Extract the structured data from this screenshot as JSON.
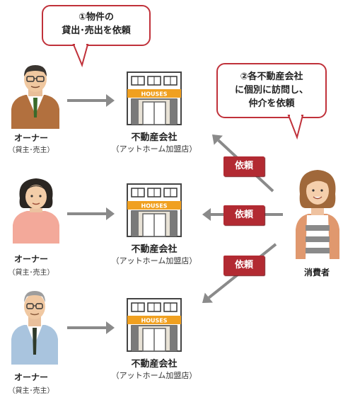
{
  "bubble_owner": {
    "line1": "①物件の",
    "line2": "貸出･売出を依頼"
  },
  "bubble_consumer": {
    "line1": "②各不動産会社",
    "line2": "に個別に訪問し、",
    "line3": "仲介を依頼"
  },
  "owners": [
    {
      "label": "オーナー",
      "sub": "（貸主･売主）"
    },
    {
      "label": "オーナー",
      "sub": "（貸主･売主）"
    },
    {
      "label": "オーナー",
      "sub": "（貸主･売主）"
    }
  ],
  "shops": [
    {
      "name": "不動産会社",
      "sub": "（アットホーム加盟店）",
      "sign": "HOUSES"
    },
    {
      "name": "不動産会社",
      "sub": "（アットホーム加盟店）",
      "sign": "HOUSES"
    },
    {
      "name": "不動産会社",
      "sub": "（アットホーム加盟店）",
      "sign": "HOUSES"
    }
  ],
  "request_tags": [
    "依頼",
    "依頼",
    "依頼"
  ],
  "consumer": {
    "label": "消費者"
  },
  "colors": {
    "accent_red": "#b22a32",
    "arrow_gray": "#8a8a8a",
    "awning_orange": "#f0a020",
    "bubble_border": "#c0313a"
  }
}
